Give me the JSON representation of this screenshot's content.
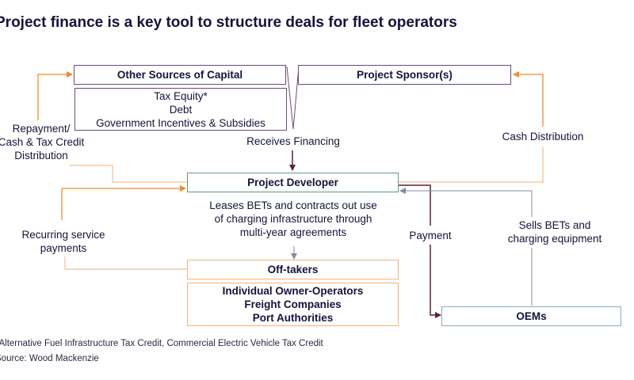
{
  "title": "Project finance is a key tool to structure deals for fleet operators",
  "boxes": {
    "other_sources": "Other Sources of Capital",
    "sponsor": "Project Sponsor(s)",
    "capital_items": [
      "Tax Equity*",
      "Debt",
      "Government Incentives & Subsidies"
    ],
    "developer": "Project Developer",
    "offtakers": "Off-takers",
    "offtaker_items": [
      "Individual Owner-Operators",
      "Freight Companies",
      "Port Authorities"
    ],
    "oems": "OEMs"
  },
  "labels": {
    "repayment": [
      "Repayment/",
      "Cash & Tax Credit",
      "Distribution"
    ],
    "receives_financing": "Receives Financing",
    "cash_distribution": "Cash Distribution",
    "leases": [
      "Leases BETs and contracts out use",
      "of charging infrastructure through",
      "multi-year agreements"
    ],
    "recurring": [
      "Recurring service",
      "payments"
    ],
    "payment": "Payment",
    "sells": [
      "Sells BETs and",
      "charging equipment"
    ]
  },
  "footnote": "*Alternative Fuel Infrastructure Tax Credit, Commercial Electric Vehicle Tax Credit",
  "source": "Source: Wood Mackenzie",
  "colors": {
    "purple": "#6b4a78",
    "orange": "#f2b277",
    "orange_arrow": "#f08a2c",
    "green": "#5f9a83",
    "blue": "#8aa9c4",
    "dark_purple": "#5a1f45"
  }
}
